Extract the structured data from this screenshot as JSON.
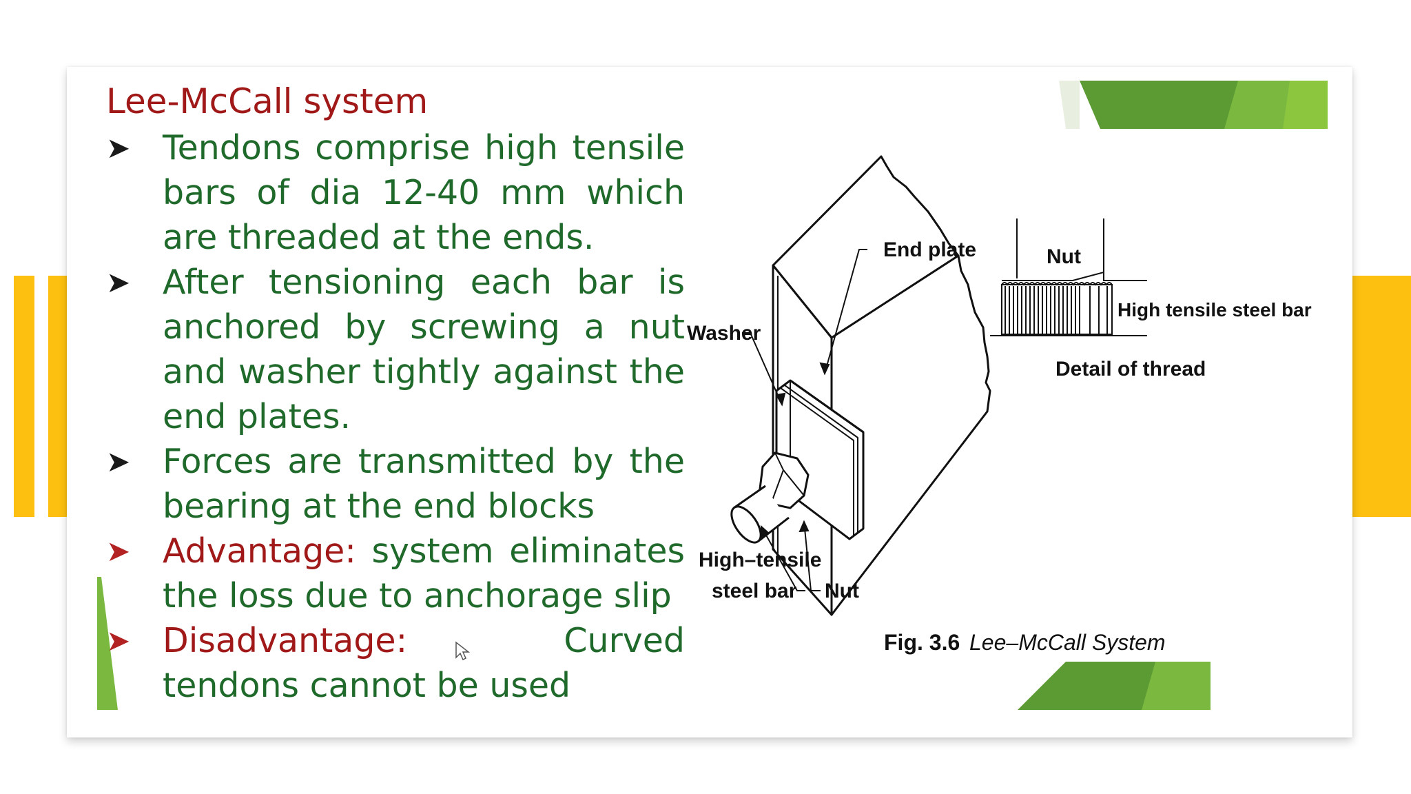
{
  "slide": {
    "title": "Lee-McCall system",
    "bullets": [
      {
        "label": "",
        "text": "Tendons comprise high tensile bars of dia 12-40 mm which are threaded at the ends."
      },
      {
        "label": "",
        "text": "After tensioning each bar is anchored by screwing a nut and washer tightly against the end plates."
      },
      {
        "label": "",
        "text": "Forces are transmitted by the bearing at the end blocks"
      },
      {
        "label": "Advantage:",
        "text": " system eliminates the loss due to anchorage slip"
      },
      {
        "label": "Disadvantage:",
        "text": " Curved tendons cannot be used"
      }
    ]
  },
  "figure": {
    "labels": {
      "end_plate": "End plate",
      "washer": "Washer",
      "nut_main": "Nut",
      "high_tensile_1": "High–tensile",
      "high_tensile_2": "steel bar",
      "nut_detail": "Nut",
      "detail_bar": "High tensile steel bar",
      "detail_caption": "Detail of thread",
      "fig_number": "Fig. 3.6",
      "fig_title": "Lee–McCall System"
    }
  },
  "colors": {
    "accent_yellow": "#fdc010",
    "accent_green": "#6aa63a",
    "title_red": "#a01818",
    "body_green": "#1f6a2b"
  },
  "icons": {
    "bullet": "arrowhead-bullet-icon",
    "cursor": "mouse-cursor-icon"
  }
}
